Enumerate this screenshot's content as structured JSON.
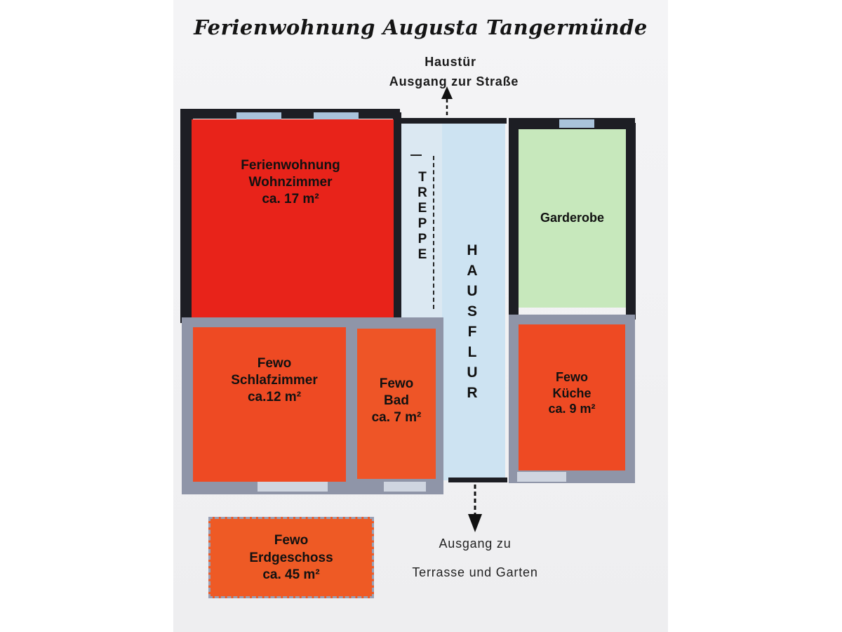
{
  "title": "Ferienwohnung Augusta Tangermünde",
  "entrance": {
    "line1": "Haustür",
    "line2": "Ausgang zur Straße"
  },
  "rooms": {
    "wohnzimmer": {
      "lines": [
        "Ferienwohnung",
        "Wohnzimmer",
        "ca. 17 m²"
      ]
    },
    "treppe": {
      "letters": [
        "T",
        "R",
        "E",
        "P",
        "P",
        "E"
      ]
    },
    "hausflur": {
      "letters": [
        "H",
        "A",
        "U",
        "S",
        "F",
        "L",
        "U",
        "R"
      ]
    },
    "garderobe": {
      "lines": [
        "Garderobe"
      ]
    },
    "schlafzimmer": {
      "lines": [
        "Fewo",
        "Schlafzimmer",
        "ca.12 m²"
      ]
    },
    "bad": {
      "lines": [
        "Fewo",
        "Bad",
        "ca. 7 m²"
      ]
    },
    "kueche": {
      "lines": [
        "Fewo",
        "Küche",
        "ca. 9 m²"
      ]
    }
  },
  "garden_exit": {
    "line1": "Ausgang zu",
    "line2": "Terrasse und Garten"
  },
  "legend": {
    "lines": [
      "Fewo",
      "Erdgeschoss",
      "ca. 45 m²"
    ]
  },
  "colors": {
    "wohnzimmer": "#e8231a",
    "fewo_rooms": "#ee4a23",
    "garderobe": "#c7e8bc",
    "hallway": "#cde3f2",
    "walls": "#1d1e24"
  }
}
